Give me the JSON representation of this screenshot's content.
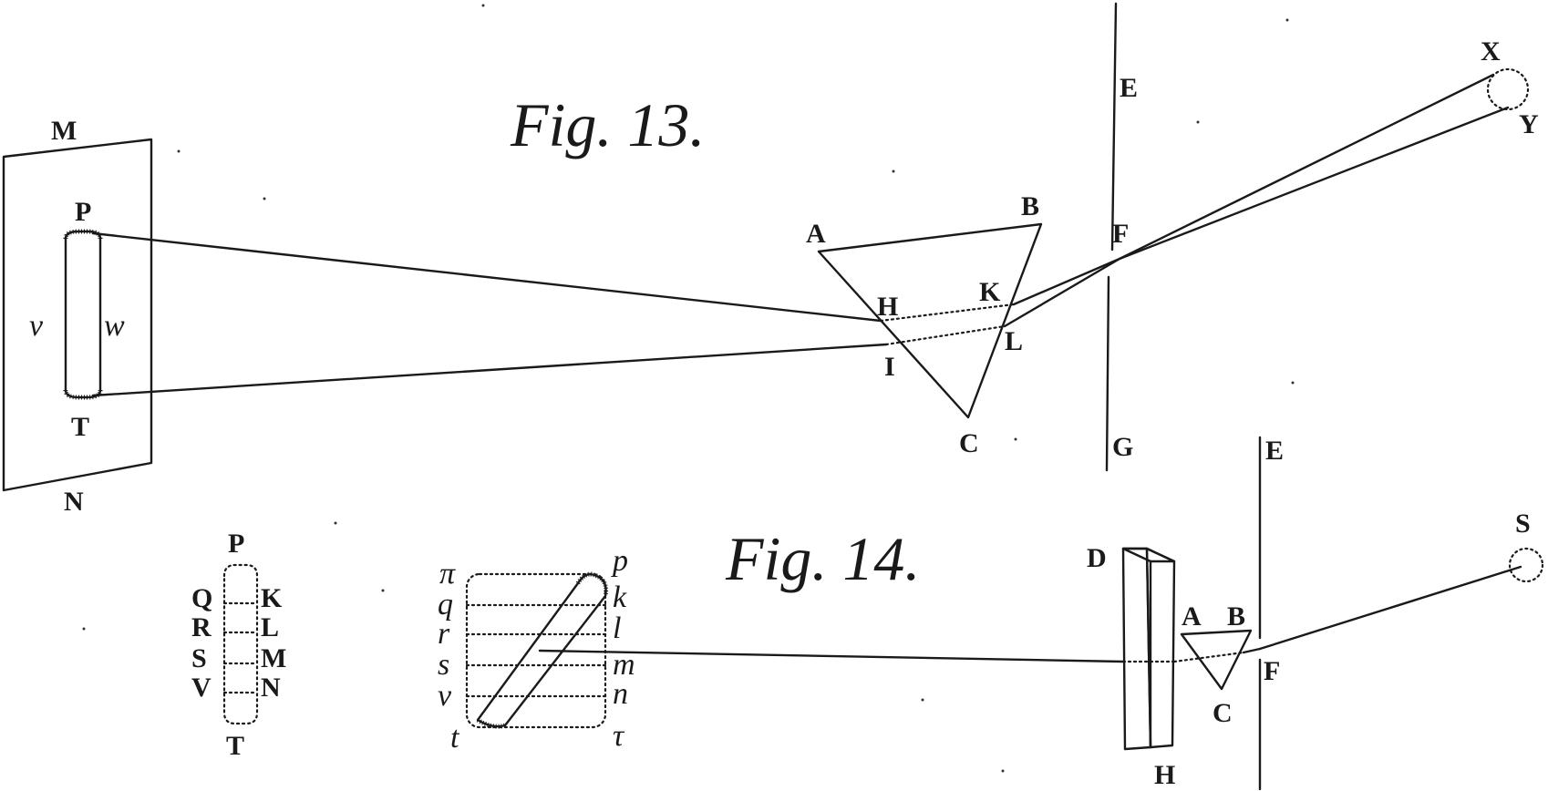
{
  "fig13": {
    "title": "Fig. 13.",
    "screen_labels": {
      "top": "M",
      "bottom": "N",
      "upper": "P",
      "lower": "T",
      "left": "v",
      "right": "w"
    },
    "prism_labels": {
      "a": "A",
      "b": "B",
      "c": "C",
      "h": "H",
      "i": "I",
      "k": "K",
      "l": "L"
    },
    "board_labels": {
      "e": "E",
      "f": "F",
      "g": "G"
    },
    "sun_labels": {
      "x": "X",
      "y": "Y"
    }
  },
  "fig14": {
    "title": "Fig. 14.",
    "spectrum_labels": {
      "top": "P",
      "bottom": "T",
      "left": [
        "Q",
        "R",
        "S",
        "V"
      ],
      "right": [
        "K",
        "L",
        "M",
        "N"
      ]
    },
    "oblique_labels": {
      "top_left": "π",
      "top_right": "p",
      "bottom_left": "t",
      "bottom_right": "τ",
      "left": [
        "q",
        "r",
        "s",
        "v"
      ],
      "right": [
        "k",
        "l",
        "m",
        "n"
      ]
    },
    "prism2_labels": {
      "d": "D",
      "h": "H"
    },
    "prism1_labels": {
      "a": "A",
      "b": "B",
      "c": "C"
    },
    "board_labels": {
      "e": "E",
      "f": "F"
    },
    "sun_label": "S"
  }
}
